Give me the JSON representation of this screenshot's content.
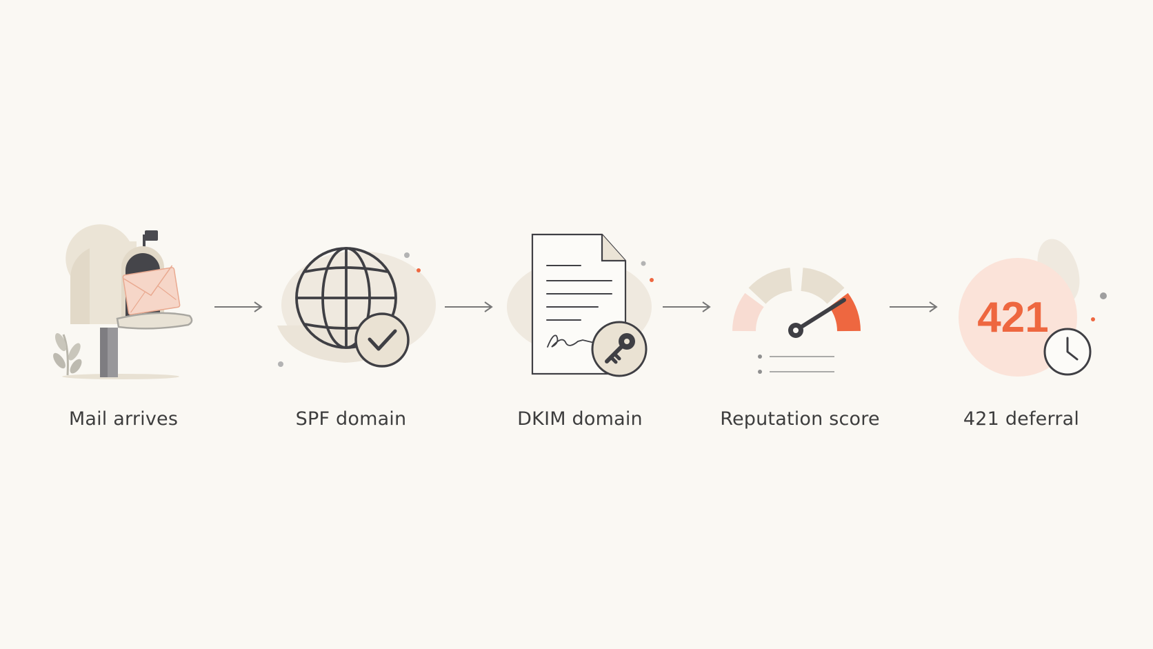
{
  "diagram": {
    "steps": [
      {
        "label": "Mail arrives",
        "icon": "mailbox-icon"
      },
      {
        "label": "SPF domain",
        "icon": "globe-icon"
      },
      {
        "label": "DKIM domain",
        "icon": "signed-document-icon"
      },
      {
        "label": "Reputation score",
        "icon": "gauge-icon"
      },
      {
        "label": "421 deferral",
        "icon": "deferral-badge-icon"
      }
    ],
    "deferral_code": "421",
    "colors": {
      "background": "#faf8f3",
      "ink": "#3f3f44",
      "accent": "#ee6740",
      "accent_soft": "#fbe3d9",
      "beige": "#ebe4d6",
      "text": "#3d3d3d"
    }
  }
}
